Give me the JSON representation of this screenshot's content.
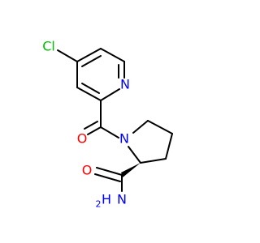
{
  "molecule": {
    "atoms": {
      "chlorine": "Cl",
      "pyridine_nitrogen": "N",
      "carbonyl_oxygen": "O",
      "pyrrolidine_nitrogen": "N",
      "amide_oxygen": "O",
      "amide_nitrogen": "N",
      "amide_hydrogen": "H",
      "amide_hydrogen_count": "2"
    },
    "colors": {
      "bond": "#000000",
      "chlorine": "#00c000",
      "nitrogen": "#0000ff",
      "oxygen": "#ff0000"
    }
  }
}
